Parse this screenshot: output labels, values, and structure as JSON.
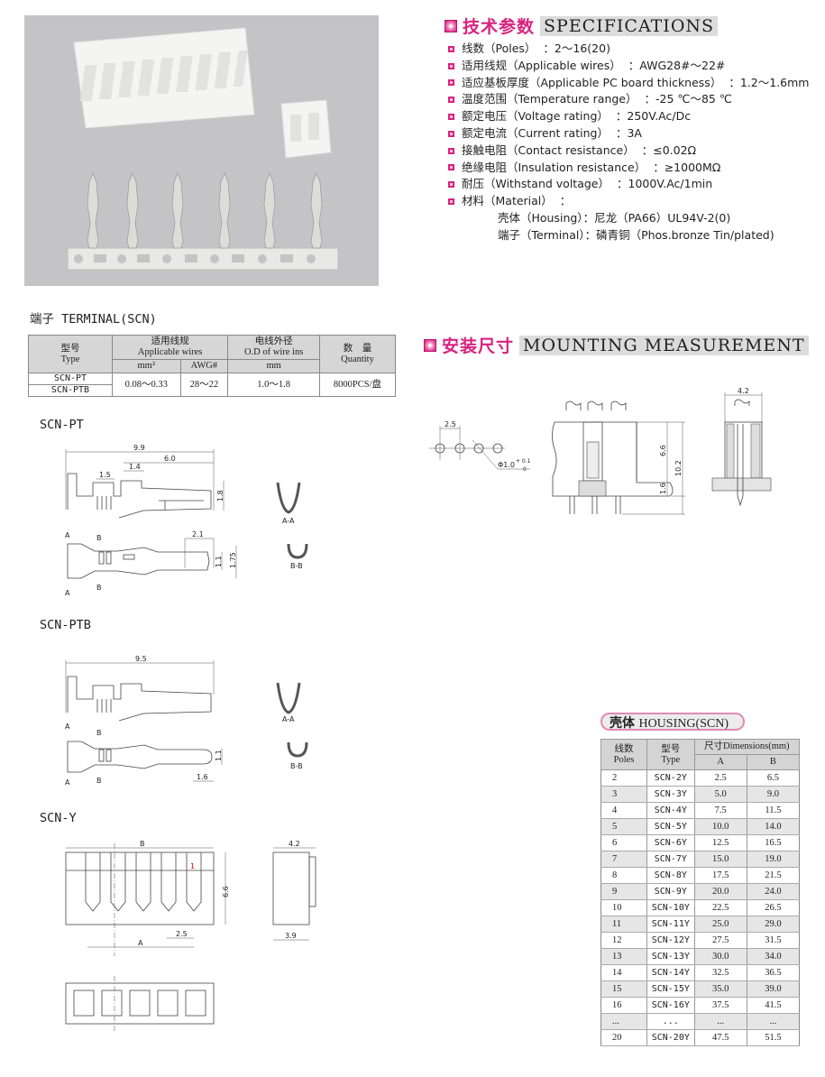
{
  "specifications": {
    "title_cn": "技术参数",
    "title_en": "SPECIFICATIONS",
    "items": [
      {
        "label": "线数（Poles）",
        "value": "：2～16(20)"
      },
      {
        "label": "适用线规（Applicable wires）",
        "value": "：AWG28#～22#"
      },
      {
        "label": "适应基板厚度（Applicable PC board thickness）",
        "value": "：1.2～1.6mm"
      },
      {
        "label": "温度范围（Temperature range）",
        "value": "：-25 ℃～85 ℃"
      },
      {
        "label": "额定电压（Voltage rating）",
        "value": "：250V.Ac/Dc"
      },
      {
        "label": "额定电流（Current rating）",
        "value": "：3A"
      },
      {
        "label": "接触电阻（Contact resistance）",
        "value": "：≤0.02Ω"
      },
      {
        "label": "绝缘电阻（Insulation resistance）",
        "value": "：≥1000MΩ"
      },
      {
        "label": "耐压（Withstand voltage）",
        "value": "：1000V.Ac/1min"
      },
      {
        "label": "材料（Material）",
        "value": "："
      }
    ],
    "material": [
      {
        "label": "壳体（Housing）",
        "value": "：尼龙（PA66）UL94V-2(0)"
      },
      {
        "label": "端子（Terminal）",
        "value": "：磷青铜（Phos.bronze Tin/plated)"
      }
    ]
  },
  "terminal": {
    "title": "端子 TERMINAL(SCN)",
    "headers": {
      "type_cn": "型号",
      "type_en": "Type",
      "wires_cn": "适用线规",
      "wires_en": "Applicable wires",
      "mm2": "mm²",
      "awg": "AWG#",
      "od_cn": "电线外径",
      "od_en": "O.D of wire ins",
      "od_unit": "mm",
      "qty_cn": "数　量",
      "qty_en": "Quantity"
    },
    "types": [
      "SCN-PT",
      "SCN-PTB"
    ],
    "mm2": "0.08～0.33",
    "awg": "28～22",
    "od": "1.0～1.8",
    "quantity": "8000PCS/盘"
  },
  "mounting": {
    "title_cn": "安装尺寸",
    "title_en": "MOUNTING MEASUREMENT",
    "dims": {
      "pitch": "2.5",
      "hole": "Φ1.0",
      "tol_plus": "+ 0.1",
      "tol_minus": "0",
      "h1": "6.6",
      "h2": "10.2",
      "h3": "1.6",
      "width": "4.2"
    }
  },
  "drawings": {
    "pt": {
      "label": "SCN-PT",
      "d1": "9.9",
      "d2": "6.0",
      "d3": "1.4",
      "d4": "1.5",
      "d5": "1.8",
      "d6": "2.1",
      "d7": "1.1",
      "d8": "1.75",
      "sec_a": "A-A",
      "sec_b": "B-B",
      "a": "A",
      "b": "B"
    },
    "ptb": {
      "label": "SCN-PTB",
      "d1": "9.5",
      "d2": "1.1",
      "d3": "1.6",
      "sec_a": "A-A",
      "sec_b": "B-B",
      "a": "A",
      "b": "B"
    },
    "y": {
      "label": "SCN-Y",
      "b": "B",
      "a": "A",
      "h": "6.6",
      "pitch": "2.5",
      "pin1": "1",
      "w": "4.2",
      "w2": "3.9"
    }
  },
  "housing": {
    "title_cn": "壳体",
    "title_en": "HOUSING(SCN)",
    "headers": {
      "poles_cn": "线数",
      "poles_en": "Poles",
      "type_cn": "型号",
      "type_en": "Type",
      "dims": "尺寸Dimensions(mm)",
      "a": "A",
      "b": "B"
    },
    "rows": [
      [
        "2",
        "SCN-2Y",
        "2.5",
        "6.5"
      ],
      [
        "3",
        "SCN-3Y",
        "5.0",
        "9.0"
      ],
      [
        "4",
        "SCN-4Y",
        "7.5",
        "11.5"
      ],
      [
        "5",
        "SCN-5Y",
        "10.0",
        "14.0"
      ],
      [
        "6",
        "SCN-6Y",
        "12.5",
        "16.5"
      ],
      [
        "7",
        "SCN-7Y",
        "15.0",
        "19.0"
      ],
      [
        "8",
        "SCN-8Y",
        "17.5",
        "21.5"
      ],
      [
        "9",
        "SCN-9Y",
        "20.0",
        "24.0"
      ],
      [
        "10",
        "SCN-10Y",
        "22.5",
        "26.5"
      ],
      [
        "11",
        "SCN-11Y",
        "25.0",
        "29.0"
      ],
      [
        "12",
        "SCN-12Y",
        "27.5",
        "31.5"
      ],
      [
        "13",
        "SCN-13Y",
        "30.0",
        "34.0"
      ],
      [
        "14",
        "SCN-14Y",
        "32.5",
        "36.5"
      ],
      [
        "15",
        "SCN-15Y",
        "35.0",
        "39.0"
      ],
      [
        "16",
        "SCN-16Y",
        "37.5",
        "41.5"
      ],
      [
        "...",
        "...",
        "...",
        "..."
      ],
      [
        "20",
        "SCN-20Y",
        "47.5",
        "51.5"
      ]
    ]
  },
  "colors": {
    "accent": "#d8227f",
    "table_header": "#d6d6d6",
    "photo_bg": "#c4c4c6"
  }
}
